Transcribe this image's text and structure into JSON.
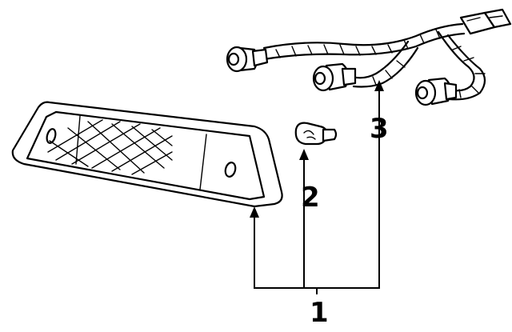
{
  "callouts": {
    "one": "1",
    "two": "2",
    "three": "3"
  },
  "parts": [
    {
      "id": "1",
      "name": "high-mount-stop-lamp-assembly"
    },
    {
      "id": "2",
      "name": "bulb"
    },
    {
      "id": "3",
      "name": "socket-and-wire-harness"
    }
  ]
}
